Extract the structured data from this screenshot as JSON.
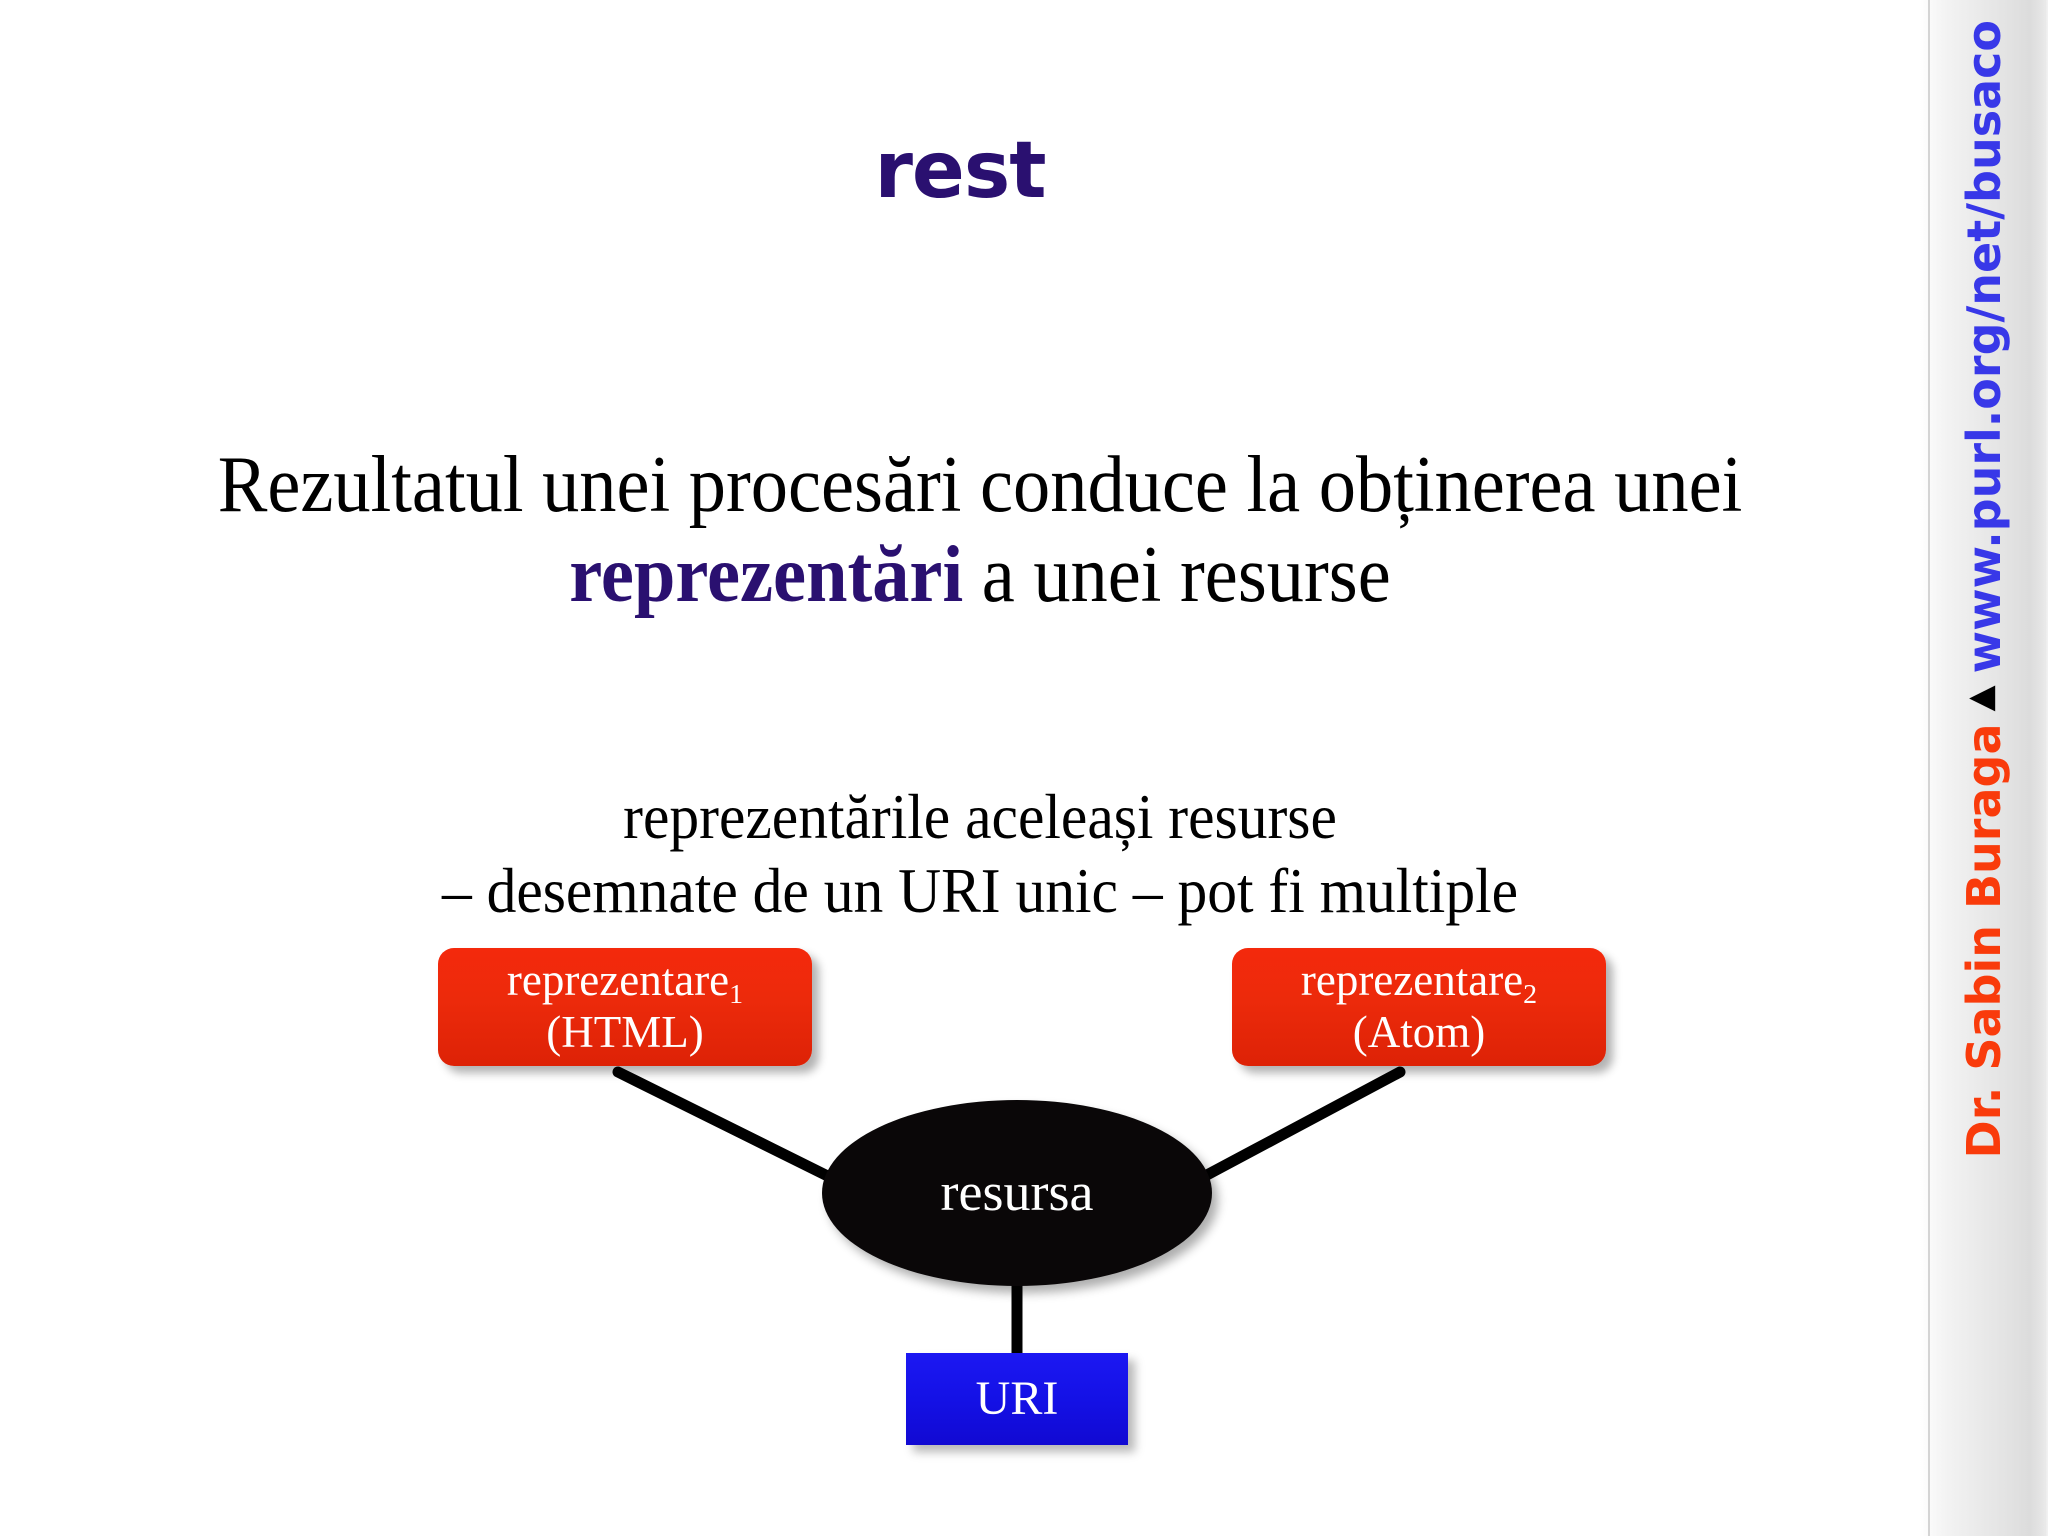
{
  "slide": {
    "title": "rest",
    "title_color": "#2a1070",
    "background_color": "#ffffff"
  },
  "main_statement": {
    "part1": "Rezultatul unei procesări conduce la obținerea unei ",
    "highlight": "reprezentări",
    "part2": " a unei resurse",
    "highlight_color": "#2a1070"
  },
  "sub_statement": {
    "line1": "reprezentările aceleași resurse",
    "line2": "– desemnate de un URI unic – pot fi multiple"
  },
  "diagram": {
    "representation_1": {
      "name": "reprezentare",
      "index": "1",
      "format": "(HTML)",
      "color": "#ec2a0b"
    },
    "representation_2": {
      "name": "reprezentare",
      "index": "2",
      "format": "(Atom)",
      "color": "#ec2a0b"
    },
    "resource": {
      "label": "resursa",
      "color": "#0a0708"
    },
    "uri": {
      "label": "URI",
      "color": "#1411e6"
    }
  },
  "sidebar": {
    "author": "Dr. Sabin Buraga",
    "separator": "▲",
    "url": "www.purl.org/net/busaco",
    "author_color": "#f93b0b",
    "url_color": "#3838e8"
  }
}
